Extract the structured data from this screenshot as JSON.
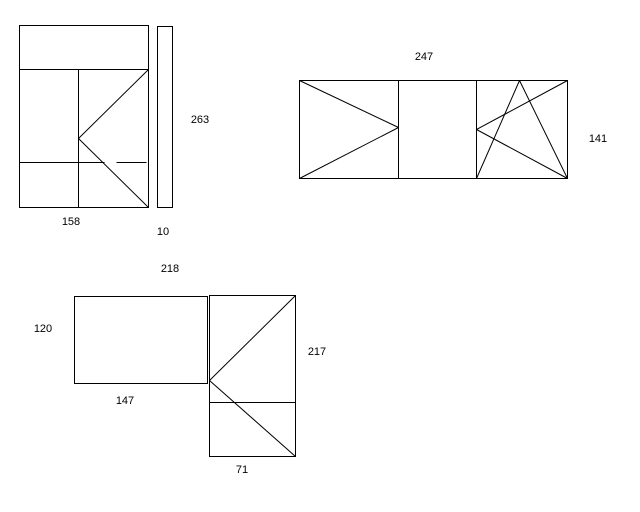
{
  "diagram": {
    "panel_a": {
      "width_label": "158",
      "height_label": "263",
      "strip_width_label": "10"
    },
    "panel_b": {
      "width_label": "247",
      "height_label": "141"
    },
    "panel_c": {
      "total_width_label": "218",
      "left_height_label": "120",
      "left_width_label": "147",
      "right_height_label": "217",
      "right_width_label": "71"
    }
  }
}
